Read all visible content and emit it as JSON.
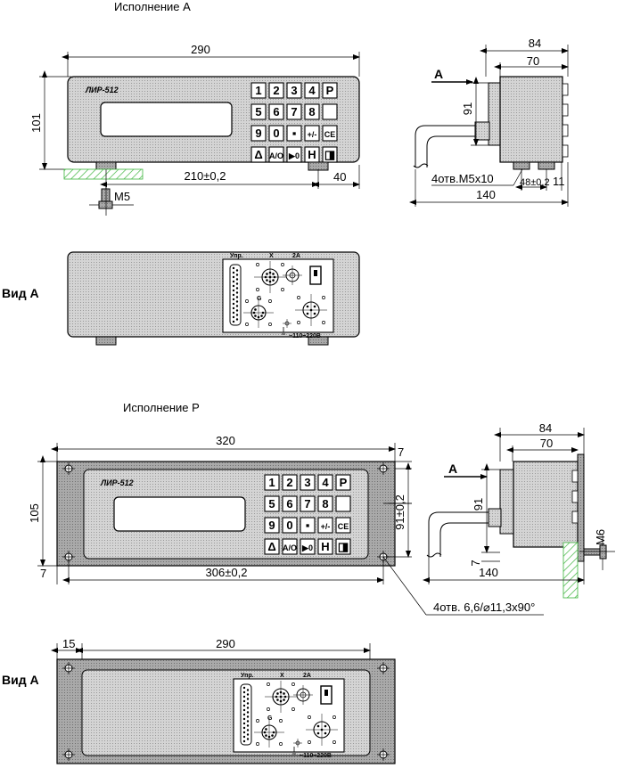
{
  "sections": {
    "variant_a_title": "Исполнение А",
    "variant_p_title": "Исполнение Р",
    "view_a_label": "Вид А"
  },
  "device": {
    "model_label": "ЛИР-512"
  },
  "keypad": {
    "row1": [
      "1",
      "2",
      "3",
      "4",
      "P"
    ],
    "row2": [
      "5",
      "6",
      "7",
      "8",
      ""
    ],
    "row3": [
      "9",
      "0",
      "▪",
      "+/-",
      "CE"
    ],
    "row4": [
      "Δ",
      "A/O",
      "▶0",
      "H",
      "◨"
    ]
  },
  "dims_a": {
    "width_total": "290",
    "height": "101",
    "mount_spacing": "210±0,2",
    "right_offset": "40",
    "screw": "M5",
    "side_depth_total": "84",
    "side_depth_body": "70",
    "side_height": "91",
    "side_holes": "4отв.М5х10",
    "side_hole_spacing": "48±0,2",
    "side_offset": "11",
    "side_length": "140",
    "view_arrow": "A"
  },
  "dims_p": {
    "width_total": "320",
    "height": "105",
    "margin_right": "7",
    "hole_v_spacing": "91±0,2",
    "margin_left": "7",
    "hole_h_spacing": "306±0,2",
    "holes_note": "4отв. 6,6/⌀11,3х90°",
    "side_depth_total": "84",
    "side_depth_body": "70",
    "side_height": "91",
    "side_bottom": "7",
    "side_length": "140",
    "screw": "М6",
    "view_arrow": "A",
    "rear_left_margin": "15",
    "rear_width": "290"
  },
  "rear_panel": {
    "control_label": "Упр.",
    "axis_label": "X",
    "fuse_label": "2A",
    "g_label": "G",
    "power_label": "~110÷220В"
  },
  "colors": {
    "body_fill": "#c8c8c8",
    "body_dark": "#a8a8a8",
    "hatch": "#3cb43c"
  }
}
